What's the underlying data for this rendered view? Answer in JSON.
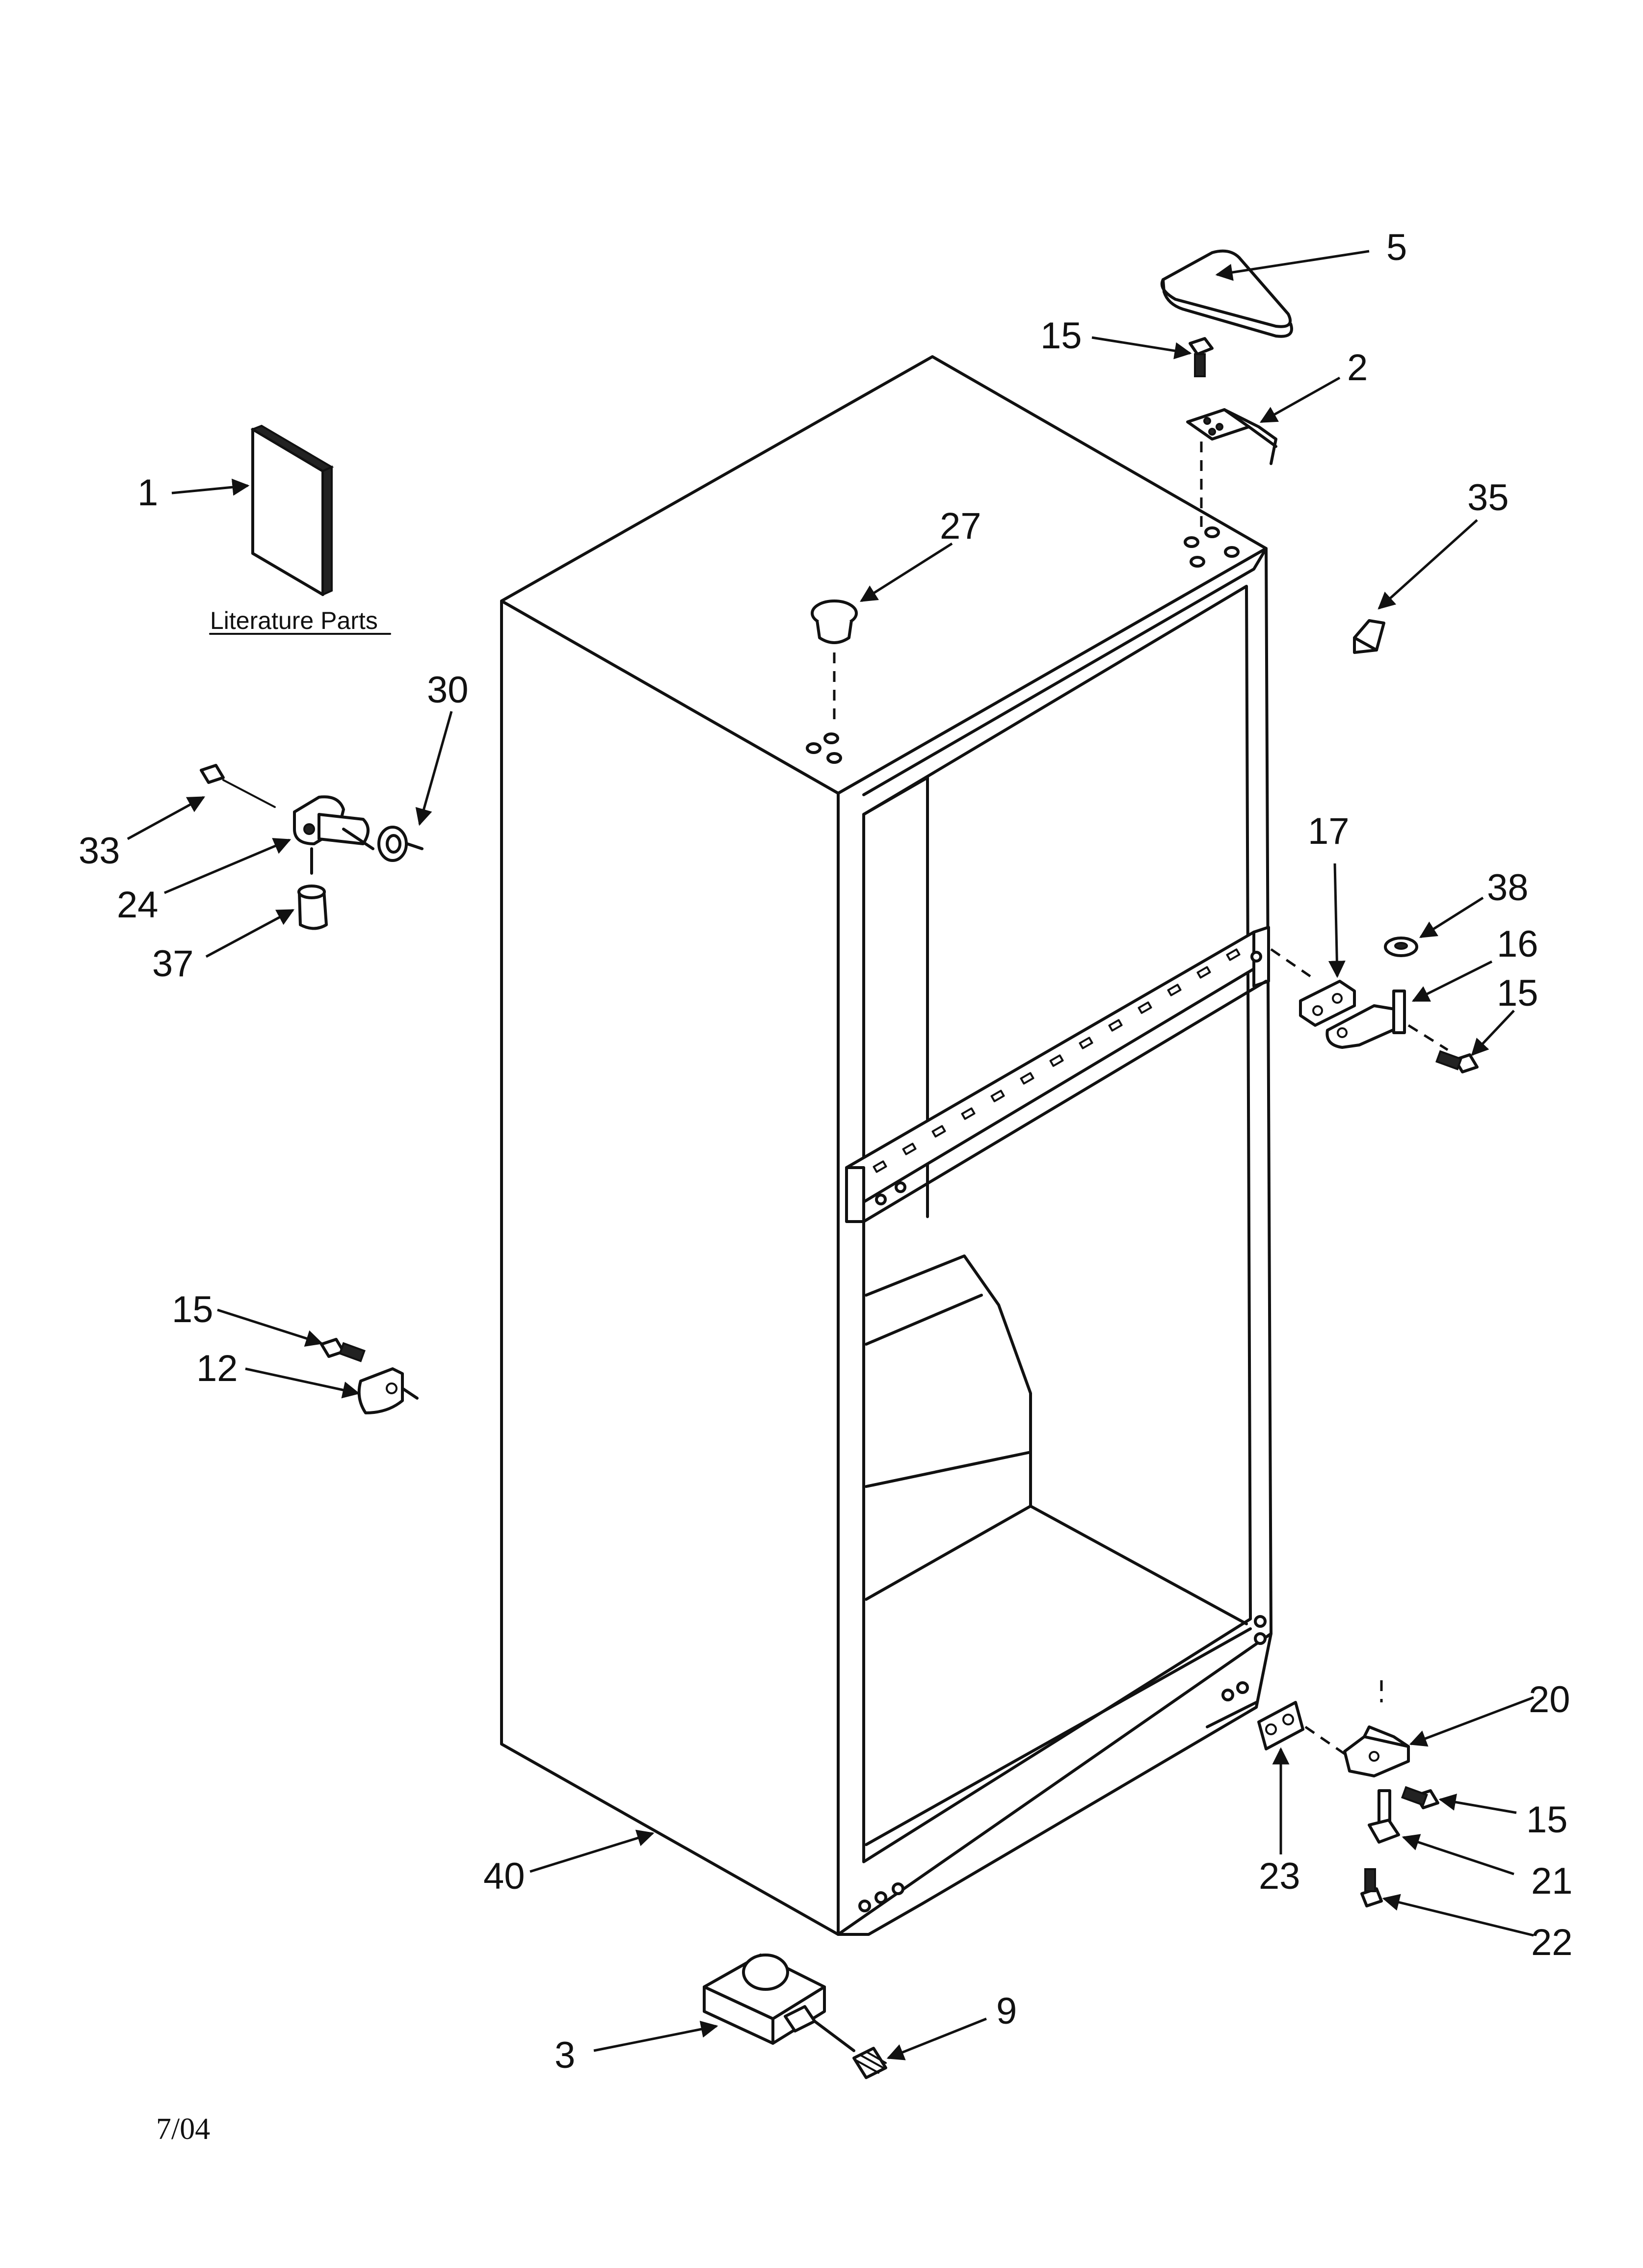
{
  "colors": {
    "ink": "#111111",
    "background": "#ffffff"
  },
  "literature_caption": "Literature Parts",
  "date_code": "7/04",
  "callouts": {
    "c1": "1",
    "c2": "2",
    "c3": "3",
    "c5": "5",
    "c9": "9",
    "c12": "12",
    "c15_top": "15",
    "c15_hinge": "15",
    "c15_left": "15",
    "c15_bottom": "15",
    "c16": "16",
    "c17": "17",
    "c20": "20",
    "c21": "21",
    "c22": "22",
    "c23": "23",
    "c24": "24",
    "c27": "27",
    "c30": "30",
    "c33": "33",
    "c35": "35",
    "c37": "37",
    "c38": "38",
    "c40": "40"
  }
}
